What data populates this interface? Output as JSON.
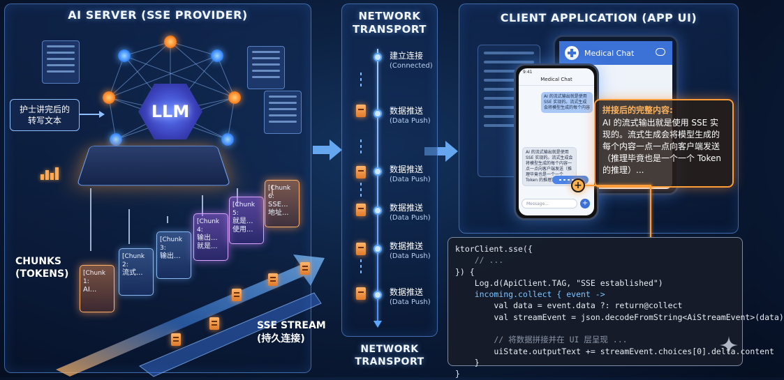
{
  "left": {
    "title": "AI SERVER (SSE PROVIDER)",
    "llm_label": "LLM",
    "input_label_line1": "护士讲完后的",
    "input_label_line2": "转写文本",
    "chunks_label_line1": "CHUNKS",
    "chunks_label_line2": "(TOKENS)",
    "stream_label_line1": "SSE STREAM",
    "stream_label_line2": "(持久连接)",
    "chunks": [
      {
        "title": "[Chunk 1:",
        "body": "AI..."
      },
      {
        "title": "[Chunk 2:",
        "body": "流式..."
      },
      {
        "title": "[Chunk 3:",
        "body": "输出..."
      },
      {
        "title": "[Chunk 4:",
        "body": "输出... 就是..."
      },
      {
        "title": "[Chunk 5:",
        "body": "就是... 使用..."
      },
      {
        "title": "[Chunk 6:",
        "body": "SSE... 地址..."
      }
    ]
  },
  "middle": {
    "title_line1": "NETWORK",
    "title_line2": "TRANSPORT",
    "bottom_line1": "NETWORK",
    "bottom_line2": "TRANSPORT",
    "events": [
      {
        "label": "建立连接",
        "sub": "(Connected)"
      },
      {
        "label": "数据推送",
        "sub": "(Data Push)"
      },
      {
        "label": "数据推送",
        "sub": "(Data Push)"
      },
      {
        "label": "数据推送",
        "sub": "(Data Push)"
      },
      {
        "label": "数据推送",
        "sub": "(Data Push)"
      },
      {
        "label": "数据推送",
        "sub": "(Data Push)"
      }
    ]
  },
  "right": {
    "title": "CLIENT APPLICATION (APP UI)",
    "tablet_title": "Medical Chat",
    "phone_time": "9:41",
    "phone_title": "Medical Chat",
    "user_bubble": "AI 的流式输出就是使用 SSE 实现的。流式生成会将模型生成的每个内容",
    "ai_bubble": "AI 的流式输出就是使用 SSE 实现的。流式生成会将模型生成的每个内容一点一点向客户端发送（推理毕竟也是一个一个 Token 的推理）...",
    "input_placeholder": "Message...",
    "result_title": "拼接后的完整内容:",
    "result_body": "AI 的流式输出就是使用 SSE 实现的。流式生成会将模型生成的每个内容一点一点向客户端发送（推理毕竟也是一个一个 Token 的推理）..."
  },
  "code": {
    "l1": "ktorClient.sse({",
    "l2": "    // ...",
    "l3": "}) {",
    "l4": "    Log.d(ApiClient.TAG, \"SSE established\")",
    "l5": "    incoming.collect { event ->",
    "l6": "        val data = event.data ?: return@collect",
    "l7": "        val streamEvent = json.decodeFromString<AiStreamEvent>(data)",
    "l8": "",
    "l9": "        // 将数据拼接并在 UI 层呈现 ...",
    "l10": "        uiState.outputText += streamEvent.choices[0].delta.content",
    "l11": "    }",
    "l12": "}"
  },
  "colors": {
    "accent_orange": "#ff9d3a",
    "accent_blue": "#5ba6ff",
    "background": "#0a1a36"
  }
}
